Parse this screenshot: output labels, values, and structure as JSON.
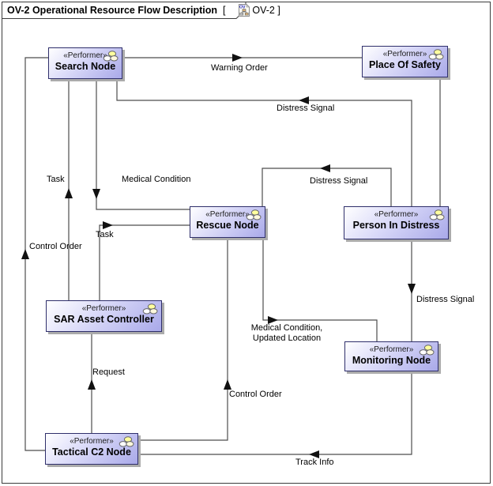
{
  "frame": {
    "title": "OV-2 Operational Resource Flow Description",
    "tag_open": "[",
    "tag": "OV-2",
    "tag_close": "]",
    "tag_icon": "ov2-diagram-icon"
  },
  "nodes": [
    {
      "id": "search-node",
      "stereotype": "«Performer»",
      "name": "Search Node"
    },
    {
      "id": "place-of-safety",
      "stereotype": "«Performer»",
      "name": "Place Of Safety"
    },
    {
      "id": "rescue-node",
      "stereotype": "«Performer»",
      "name": "Rescue Node"
    },
    {
      "id": "person-in-distress",
      "stereotype": "«Performer»",
      "name": "Person In Distress"
    },
    {
      "id": "sar-asset-controller",
      "stereotype": "«Performer»",
      "name": "SAR Asset Controller"
    },
    {
      "id": "monitoring-node",
      "stereotype": "«Performer»",
      "name": "Monitoring Node"
    },
    {
      "id": "tactical-c2-node",
      "stereotype": "«Performer»",
      "name": "Tactical C2 Node"
    }
  ],
  "edges": [
    {
      "label": "Warning Order",
      "from": "Search Node",
      "to": "Place Of Safety"
    },
    {
      "label": "Distress Signal",
      "from": "Person In Distress",
      "to": "Search Node"
    },
    {
      "label": "Distress Signal",
      "from": "Person In Distress",
      "to": "Rescue Node"
    },
    {
      "label": "Task",
      "from": "SAR Asset Controller",
      "to": "Search Node"
    },
    {
      "label": "Medical Condition",
      "from": "Search Node",
      "to": "Rescue Node"
    },
    {
      "label": "Task",
      "from": "SAR Asset Controller",
      "to": "Rescue Node"
    },
    {
      "label": "Control Order",
      "from": "Tactical C2 Node",
      "to": "Search Node"
    },
    {
      "label": "Request",
      "from": "Tactical C2 Node",
      "to": "SAR Asset Controller"
    },
    {
      "label": "Control Order",
      "from": "Tactical C2 Node",
      "to": "Rescue Node"
    },
    {
      "label": "Medical Condition,\nUpdated Location",
      "from": "Rescue Node",
      "to": "Monitoring Node"
    },
    {
      "label": "Distress Signal",
      "from": "Person In Distress",
      "to": "Monitoring Node"
    },
    {
      "label": "Track Info",
      "from": "Monitoring Node",
      "to": "Tactical C2 Node"
    },
    {
      "label": "",
      "from": "Place Of Safety",
      "to": "Person In Distress"
    }
  ],
  "colors": {
    "node_fill_light": "#ffffff",
    "node_fill_dark": "#a9a9e9",
    "node_border": "#2f2f6b",
    "shadow": "#ababab",
    "connector": "#4d4d4d",
    "arrowhead": "#111111"
  }
}
